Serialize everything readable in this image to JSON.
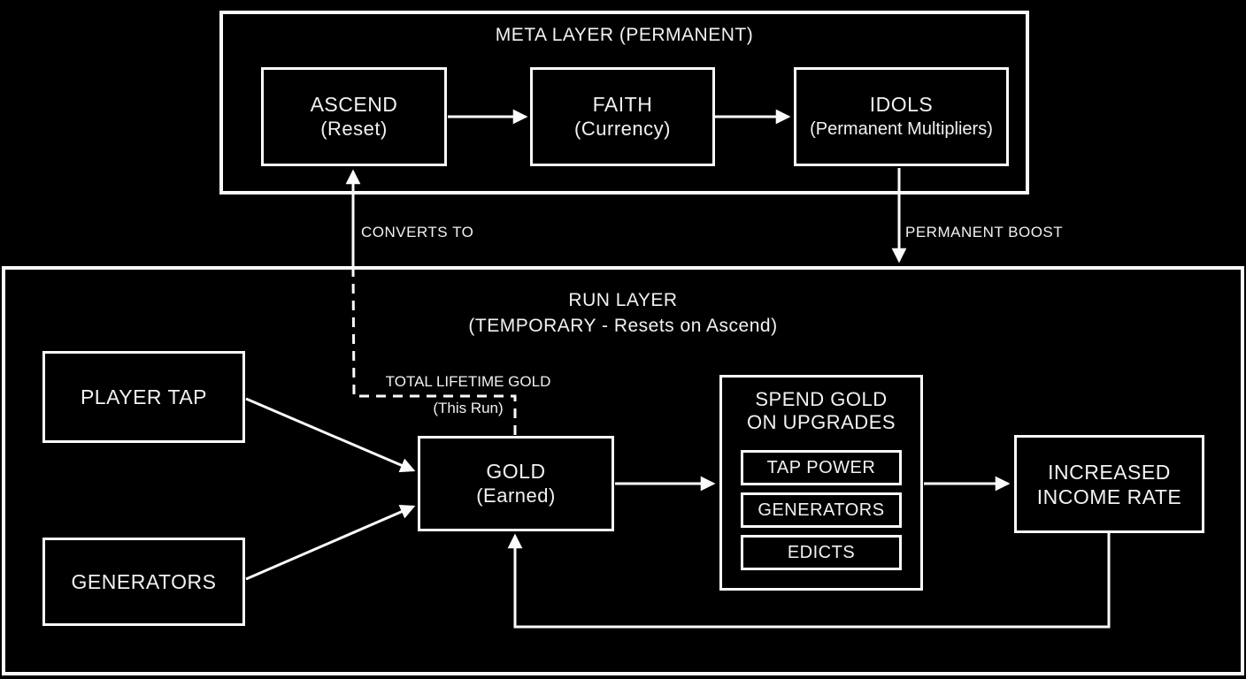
{
  "colors": {
    "background": "#000000",
    "line": "#fbfbfb",
    "text": "#f2f2f2"
  },
  "meta_layer": {
    "title": "META LAYER (PERMANENT)",
    "ascend": {
      "title": "ASCEND",
      "subtitle": "(Reset)"
    },
    "faith": {
      "title": "FAITH",
      "subtitle": "(Currency)"
    },
    "idols": {
      "title": "IDOLS",
      "subtitle": "(Permanent Multipliers)"
    }
  },
  "flow_labels": {
    "converts_to": "CONVERTS TO",
    "permanent_boost": "PERMANENT BOOST",
    "lifetime_gold": "TOTAL LIFETIME GOLD",
    "lifetime_gold_note": "(This Run)"
  },
  "run_layer": {
    "title": "RUN LAYER",
    "subtitle": "(TEMPORARY - Resets on Ascend)",
    "player_tap": "PLAYER TAP",
    "generators": "GENERATORS",
    "gold": {
      "title": "GOLD",
      "subtitle": "(Earned)"
    },
    "spend": {
      "title_line1": "SPEND GOLD",
      "title_line2": "ON UPGRADES",
      "items": [
        "TAP POWER",
        "GENERATORS",
        "EDICTS"
      ]
    },
    "increased": {
      "line1": "INCREASED",
      "line2": "INCOME RATE"
    }
  }
}
